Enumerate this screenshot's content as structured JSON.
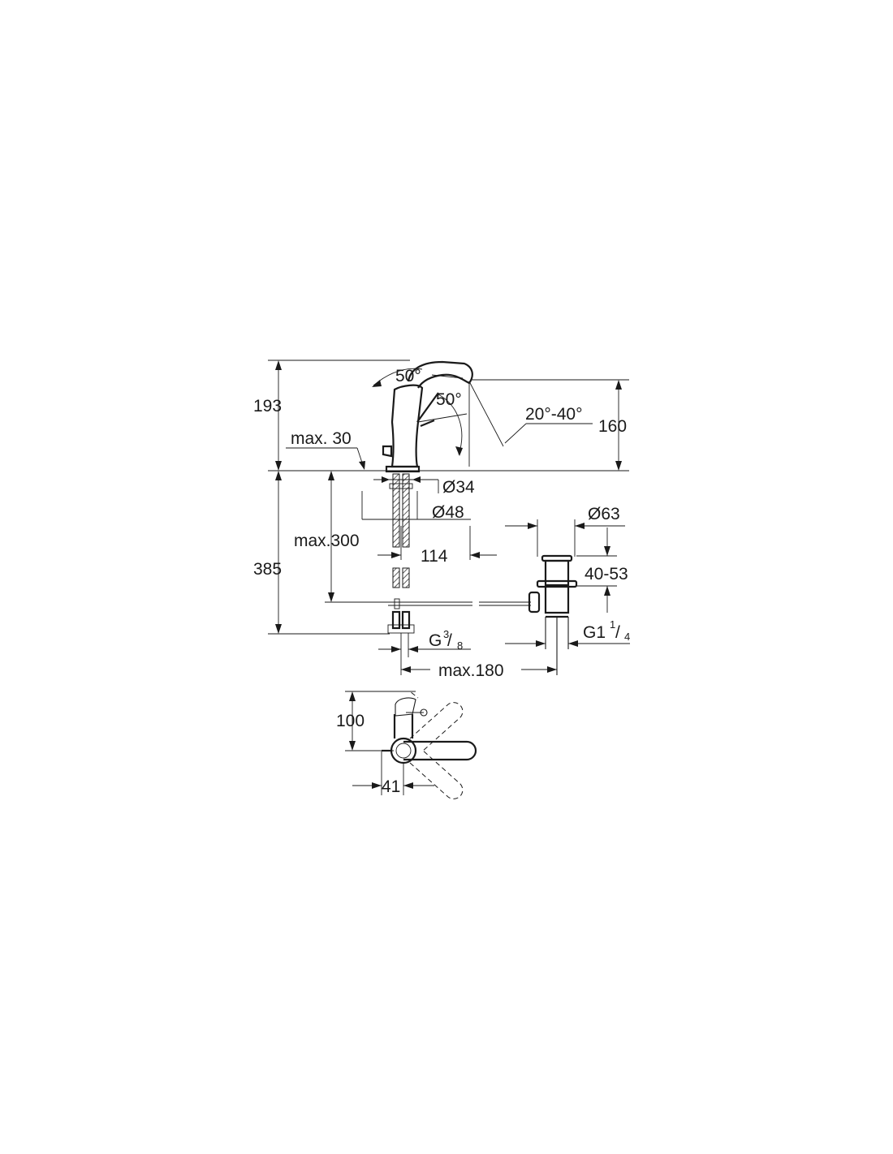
{
  "labels": {
    "h193": "193",
    "h160": "160",
    "h385": "385",
    "max300": "max.300",
    "max30": "max. 30",
    "ang50a": "50°",
    "ang50b": "50°",
    "ang2040": "20°-40°",
    "d34": "Ø34",
    "d48": "Ø48",
    "d63": "Ø63",
    "w114": "114",
    "r4053": "40-53",
    "g38_main": "G",
    "g38_num": "3",
    "g38_den": "8",
    "g114_main": "G1",
    "g114_num": "1",
    "g114_den": "4",
    "max180": "max.180",
    "h100": "100",
    "w41": "41"
  }
}
